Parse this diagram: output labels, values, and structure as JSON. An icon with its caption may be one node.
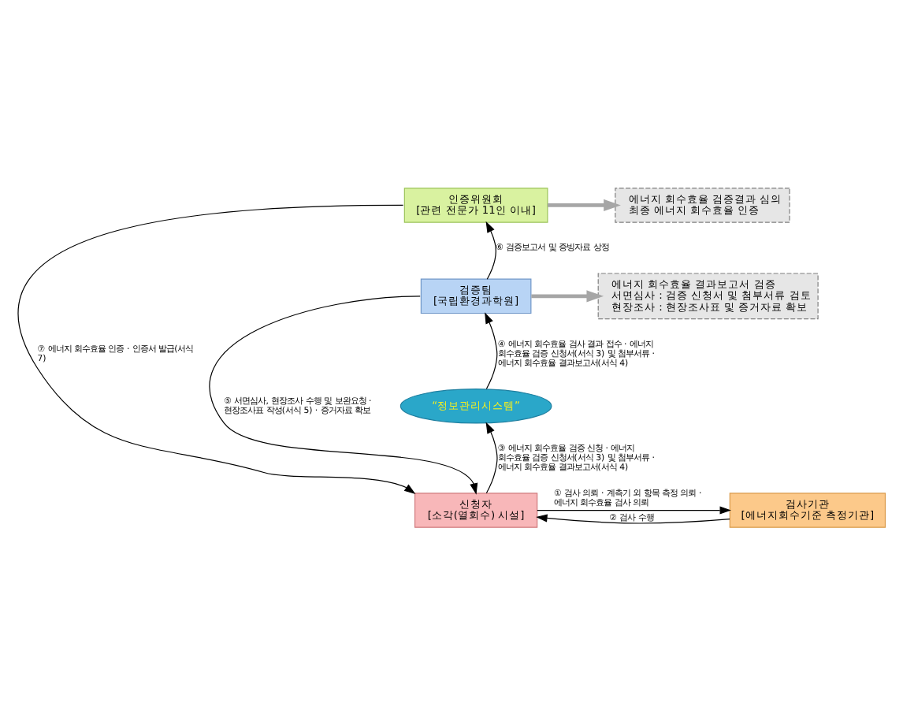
{
  "diagram": {
    "nodes": [
      {
        "text": [
          "인증위원회",
          "[관련 전문가 11인 이내]"
        ]
      },
      {
        "text": [
          "에너지 회수효율 검증결과 심의",
          "최종 에너지 회수효율 인증"
        ]
      },
      {
        "text": [
          "검증팀",
          "[국립환경과학원]"
        ]
      },
      {
        "text": [
          "에너지 회수효율 결과보고서 검증",
          "서면심사 : 검증 신청서 및 첨부서류 검토",
          "현장조사 : 현장조사표 및 증거자료 확보"
        ]
      },
      {
        "text": [
          "“정보관리시스템”"
        ]
      },
      {
        "text": [
          "신청자",
          "[소각(열회수) 시설]"
        ]
      },
      {
        "text": [
          "검사기관",
          "[에너지회수기준 측정기관]"
        ]
      }
    ],
    "edges": [
      {
        "from": 0,
        "to": 1,
        "arrow": "to",
        "style": "thick",
        "color": "#a6a6a6"
      },
      {
        "from": 2,
        "to": 3,
        "arrow": "to",
        "style": "thick",
        "color": "#a6a6a6"
      },
      {
        "from": 0,
        "to": 5,
        "arrow": "to",
        "label": "⑦ 에너지 회수효율 인증 · 인증서 발급(서식 7)"
      },
      {
        "from": 2,
        "to": 5,
        "arrow": "to",
        "label": "⑤ 서면심사, 현장조사 수행 및 보완요청 · 현장조사표 작성(서식 5) · 증거자료 확보"
      },
      {
        "from": 2,
        "to": 0,
        "arrow": "to",
        "label": "⑥ 검증보고서 및 증빙자료 상정"
      },
      {
        "from": 4,
        "to": 2,
        "arrow": "to",
        "label": "④ 에너지 회수효율 검사 결과 접수 · 에너지 회수효율 검증 신청서(서식 3) 및 첨부서류 · 에너지 회수효율 결과보고서(서식 4)"
      },
      {
        "from": 5,
        "to": 4,
        "arrow": "to",
        "label": "③ 에너지 회수효율 검증 신청 · 에너지 회수효율 검증 신청서(서식 3) 및 첨부서류 · 에너지 회수효율 결과보고서(서식 4)"
      },
      {
        "from": 6,
        "to": 5,
        "arrow": "to",
        "label": "② 검사 수행"
      },
      {
        "from": 5,
        "to": 6,
        "arrow": "to",
        "label": "① 검사 의뢰 · 계측기 외 항목 측정 의뢰 · 에너지 회수효율 검사 의뢰"
      }
    ]
  }
}
